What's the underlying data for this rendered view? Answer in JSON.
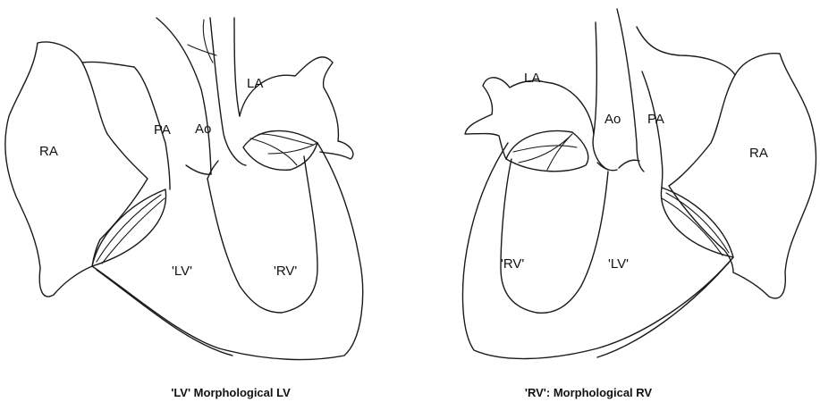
{
  "left_panel": {
    "labels": {
      "ra": "RA",
      "pa": "PA",
      "ao": "Ao",
      "la": "LA",
      "lv": "'LV'",
      "rv": "'RV'"
    },
    "caption": "'LV' Morphological LV"
  },
  "right_panel": {
    "labels": {
      "la": "LA",
      "ao": "Ao",
      "pa": "PA",
      "ra": "RA",
      "rv": "'RV'",
      "lv": "'LV'"
    },
    "caption": "'RV': Morphological RV"
  }
}
